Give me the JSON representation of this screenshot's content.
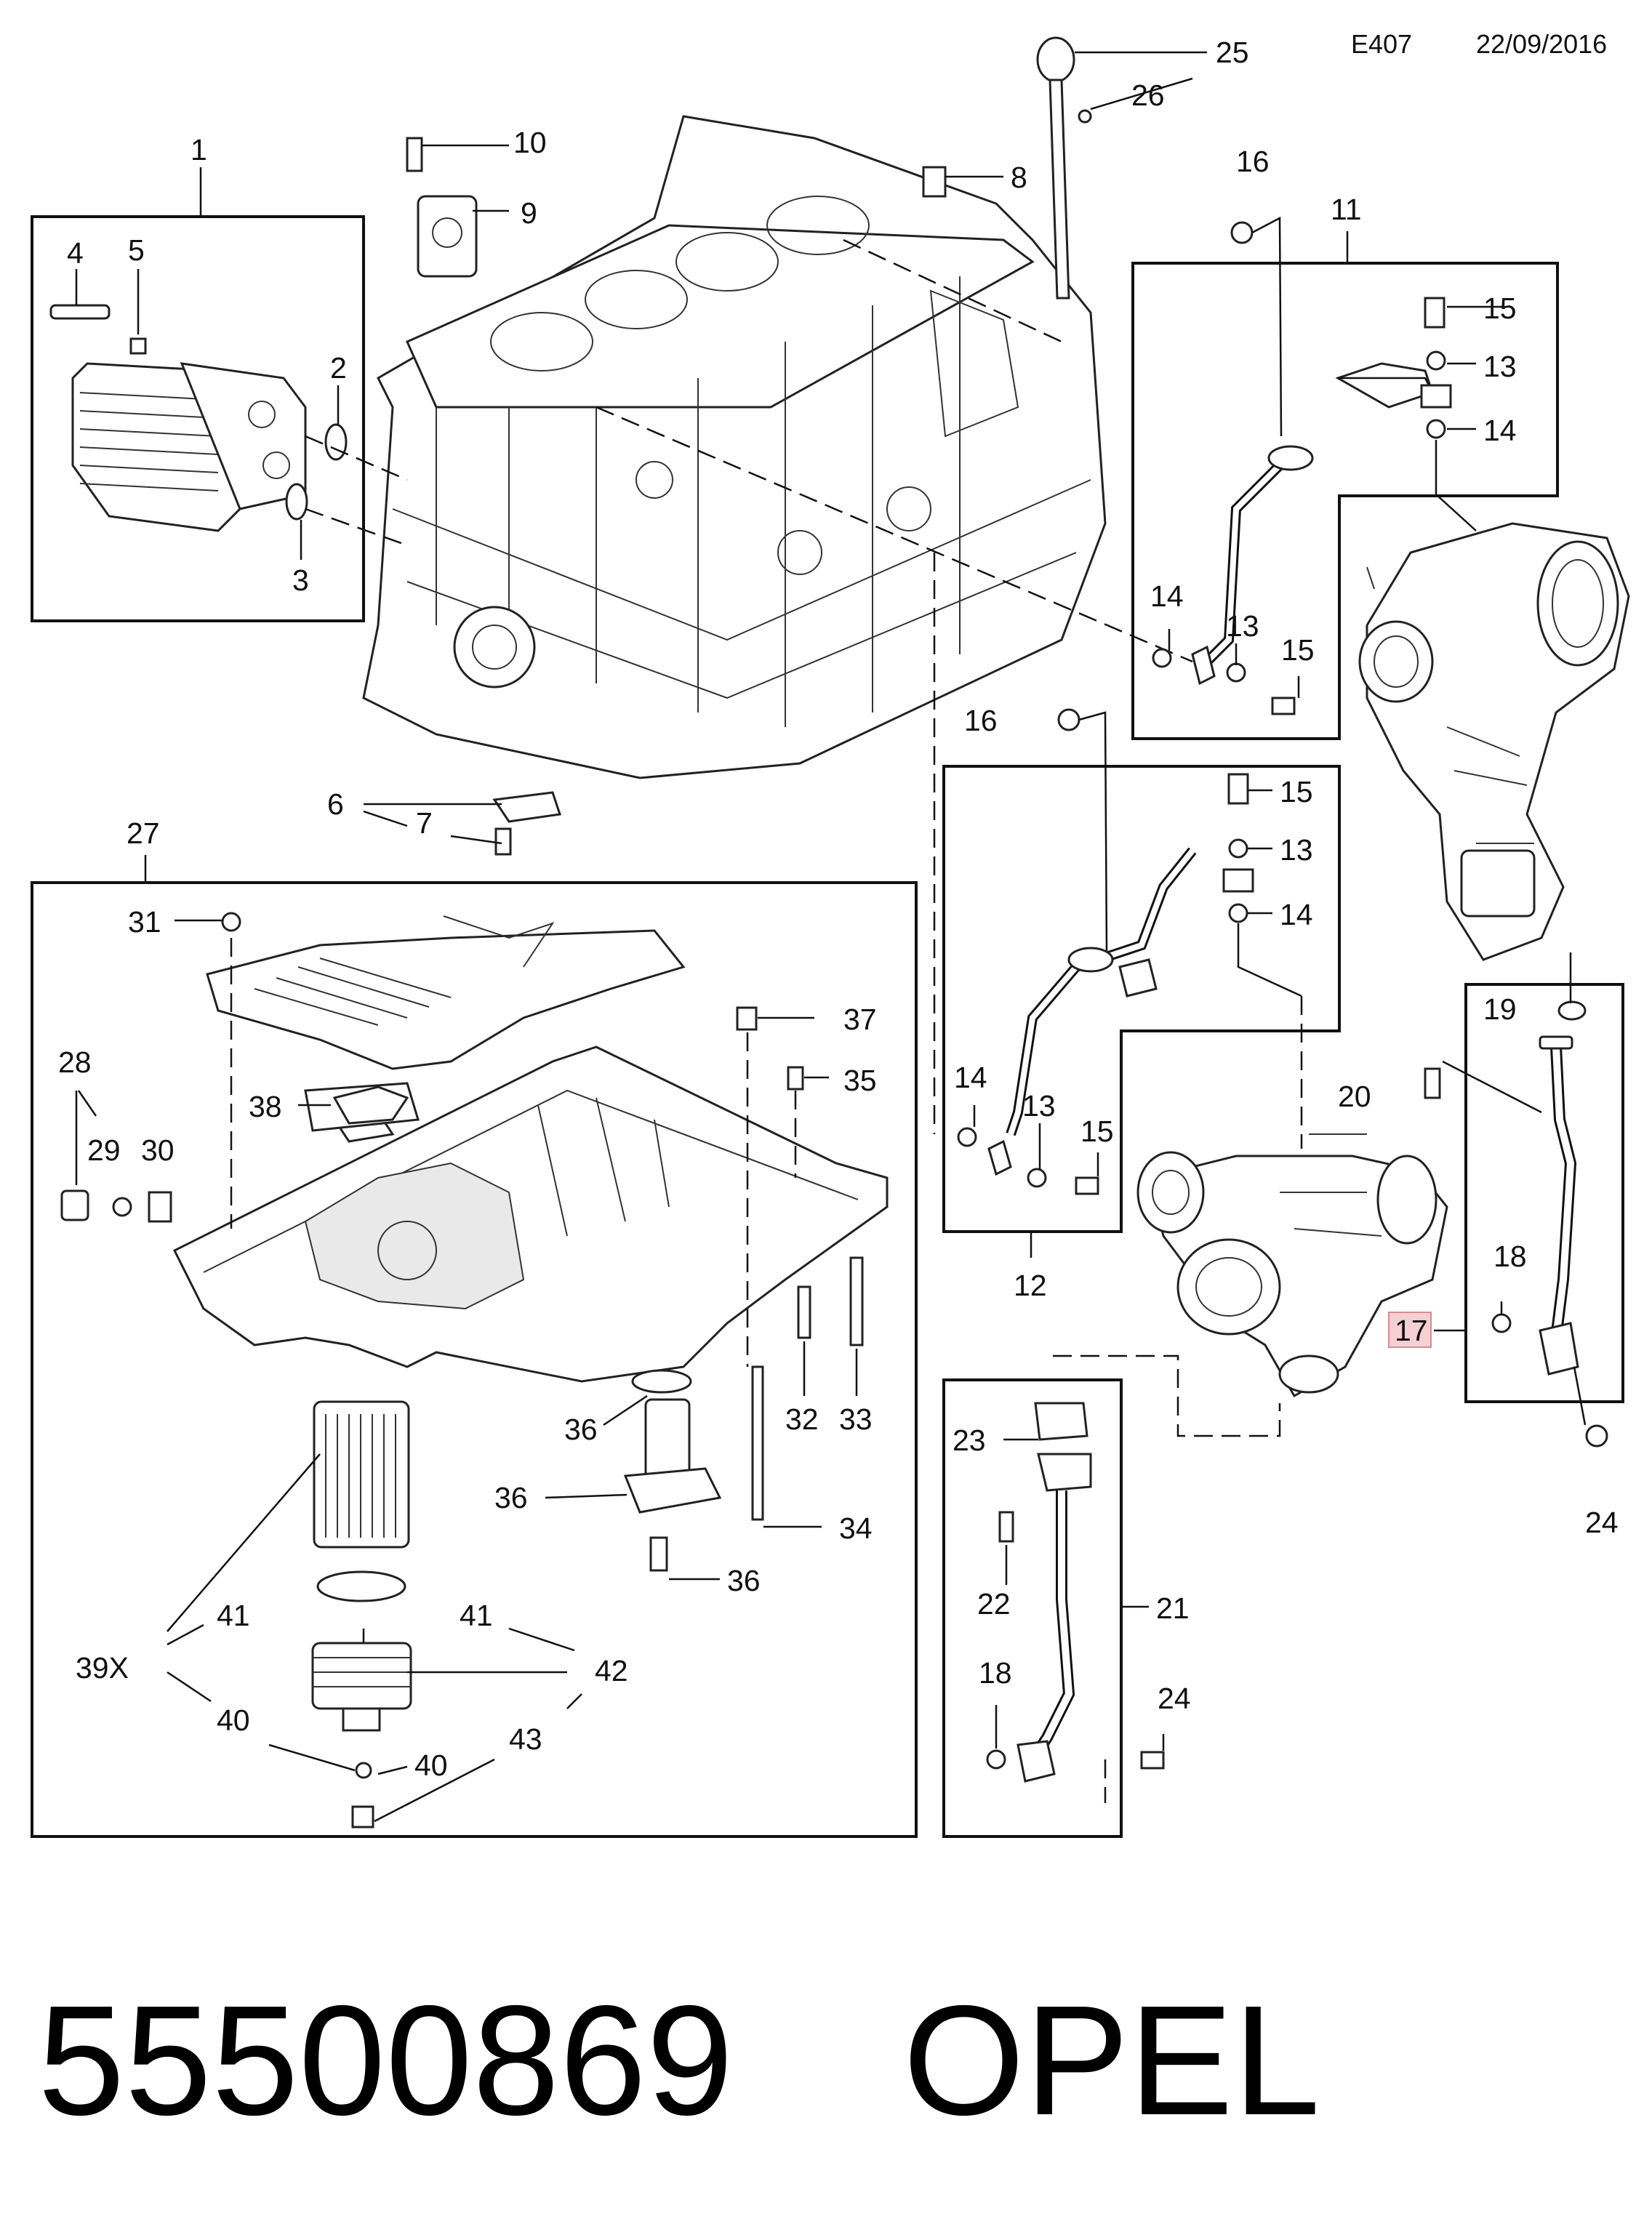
{
  "header": {
    "code": "E407",
    "date": "22/09/2016"
  },
  "footer": {
    "part_number": "55500869",
    "brand": "OPEL"
  },
  "callouts": {
    "c1": "1",
    "c2": "2",
    "c3": "3",
    "c4": "4",
    "c5": "5",
    "c6": "6",
    "c7": "7",
    "c8": "8",
    "c9": "9",
    "c10": "10",
    "c11": "11",
    "c12": "12",
    "c13a": "13",
    "c13b": "13",
    "c13c": "13",
    "c13d": "13",
    "c14a": "14",
    "c14b": "14",
    "c14c": "14",
    "c14d": "14",
    "c15a": "15",
    "c15b": "15",
    "c15c": "15",
    "c15d": "15",
    "c16a": "16",
    "c16b": "16",
    "c17": "17",
    "c18a": "18",
    "c18b": "18",
    "c19": "19",
    "c20": "20",
    "c21": "21",
    "c22": "22",
    "c23": "23",
    "c24a": "24",
    "c24b": "24",
    "c25": "25",
    "c26": "26",
    "c27": "27",
    "c28": "28",
    "c29": "29",
    "c30": "30",
    "c31": "31",
    "c32": "32",
    "c33": "33",
    "c34": "34",
    "c35": "35",
    "c36a": "36",
    "c36b": "36",
    "c36c": "36",
    "c37": "37",
    "c38": "38",
    "c39": "39X",
    "c40a": "40",
    "c40b": "40",
    "c41a": "41",
    "c41b": "41",
    "c42": "42",
    "c43": "43"
  },
  "highlight": {
    "callout": "17",
    "fill": "#f6cfd2",
    "stroke": "#d98a90"
  }
}
